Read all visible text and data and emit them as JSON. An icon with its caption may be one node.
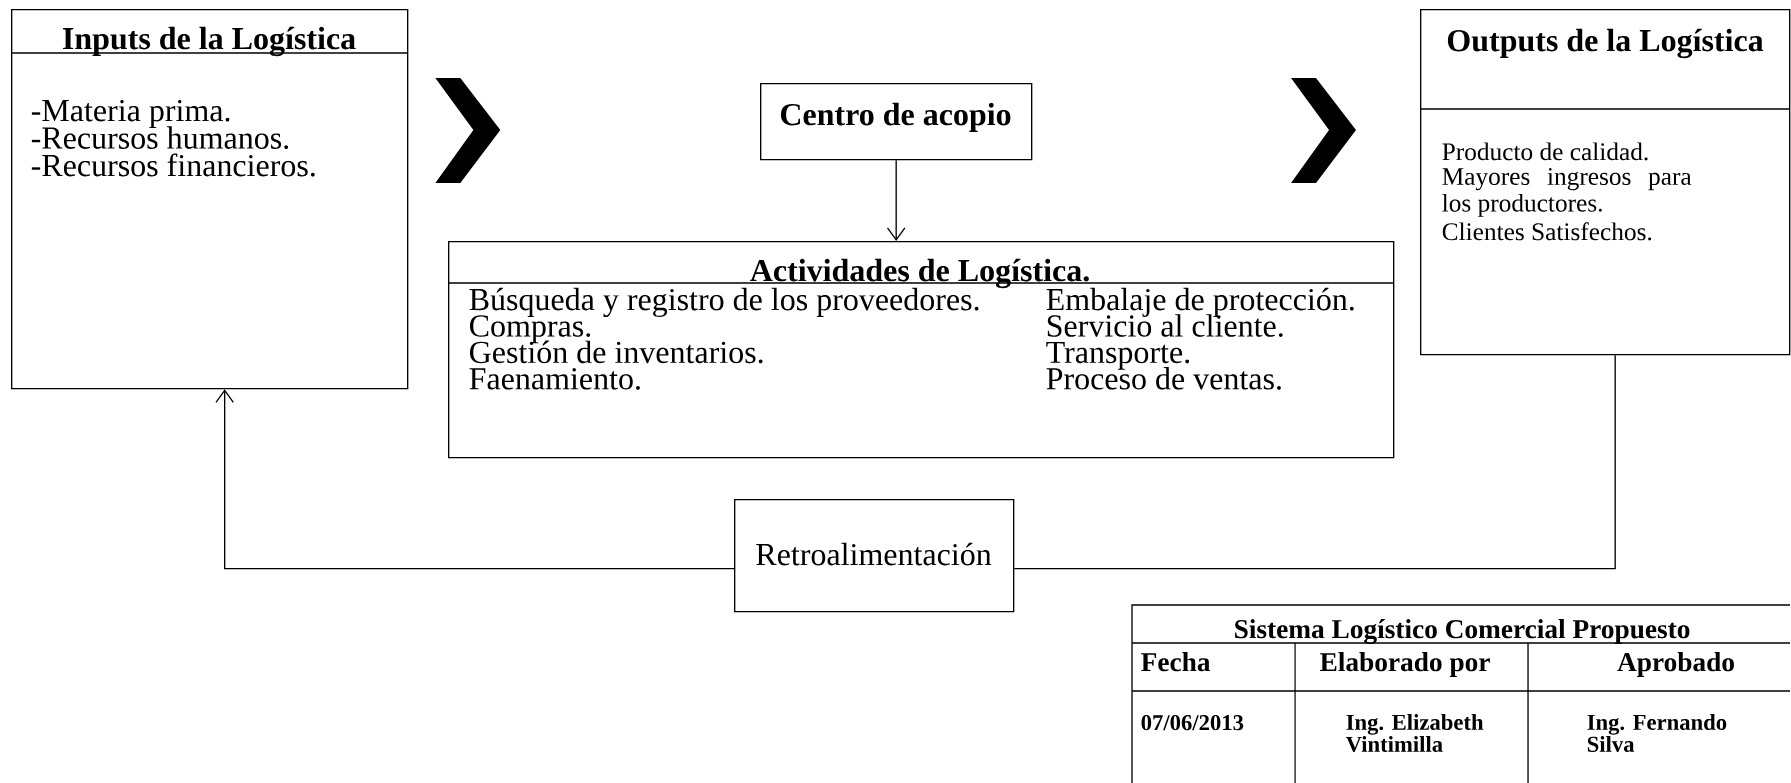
{
  "diagram": {
    "nodes": [
      {
        "text": [
          "Inputs de la Logística",
          "-Materia prima.",
          "-Recursos humanos.",
          "-Recursos financieros."
        ]
      },
      {
        "text": [
          "Centro de acopio"
        ]
      },
      {
        "text": [
          "Actividades de Logística.",
          "Búsqueda y registro de los proveedores.",
          "Embalaje de protección.",
          "Compras.",
          "Servicio al cliente.",
          "Gestión de inventarios.",
          "Transporte.",
          "Faenamiento.",
          "Proceso de ventas."
        ]
      },
      {
        "text": [
          "Outputs de la Logística",
          "Producto de calidad.",
          "Mayores ingresos para los productores.",
          "Clientes Satisfechos."
        ]
      },
      {
        "text": [
          "Retroalimentación"
        ]
      }
    ],
    "edges": [
      {
        "from": 0,
        "to": 2,
        "arrow": "to"
      },
      {
        "from": 2,
        "to": 3,
        "arrow": "to"
      },
      {
        "from": 1,
        "to": 2,
        "arrow": "to"
      },
      {
        "from": 3,
        "to": 4,
        "arrow": "none"
      },
      {
        "from": 4,
        "to": 0,
        "arrow": "to"
      }
    ],
    "labels": [
      "Sistema Logístico Comercial Propuesto",
      "Fecha",
      "Elaborado por",
      "Aprobado",
      "07/06/2013",
      "Ing. Elizabeth Vintimilla",
      "Ing. Fernando Silva"
    ]
  }
}
